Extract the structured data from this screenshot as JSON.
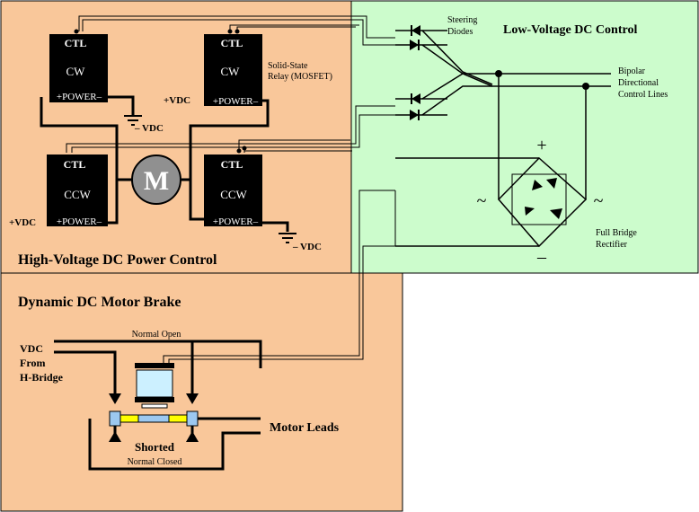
{
  "colors": {
    "high_voltage_panel": "#f9c79a",
    "low_voltage_panel": "#ccfccc",
    "brake_panel": "#f9c79a",
    "motor": "#909090",
    "relay_body": "#000000",
    "coil": "#ccf0ff",
    "contact_yellow": "#ffff00",
    "contact_blue": "#9cc8f0"
  },
  "high_voltage": {
    "title": "High-Voltage DC Power Control",
    "motor_label": "M",
    "relay_note": "Solid-State\nRelay (MOSFET)",
    "relays": [
      {
        "ctl": "CTL",
        "dir": "CW",
        "power": "+POWER–"
      },
      {
        "ctl": "CTL",
        "dir": "CW",
        "power": "+POWER–"
      },
      {
        "ctl": "CTL",
        "dir": "CCW",
        "power": "+POWER–"
      },
      {
        "ctl": "CTL",
        "dir": "CCW",
        "power": "+POWER–"
      }
    ],
    "vdc_pos_1": "+VDC",
    "vdc_pos_2": "+VDC",
    "vdc_neg_1": "– VDC",
    "vdc_neg_2": "– VDC"
  },
  "low_voltage": {
    "title": "Low-Voltage DC Control",
    "steering_label": "Steering\nDiodes",
    "bipolar_label": "Bipolar\nDirectional\nControl Lines",
    "plus": "+",
    "minus": "–",
    "ac_left": "~",
    "ac_right": "~",
    "rectifier_label": "Full Bridge\nRectifier"
  },
  "brake": {
    "title": "Dynamic DC Motor Brake",
    "vdc_label": "VDC\nFrom\nH-Bridge",
    "normal_open": "Normal Open",
    "normal_closed": "Normal Closed",
    "shorted": "Shorted",
    "motor_leads": "Motor Leads"
  }
}
